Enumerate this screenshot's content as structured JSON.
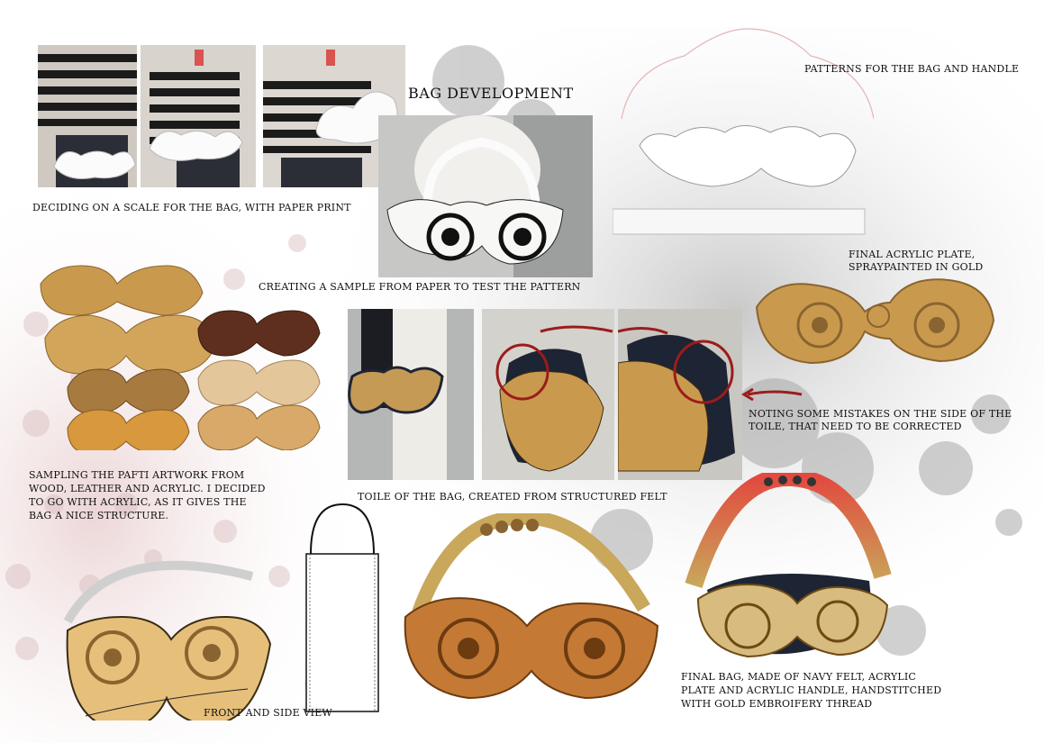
{
  "board": {
    "title": "BAG DEVELOPMENT",
    "captions": {
      "patterns": "PATTERNS FOR THE BAG AND HANDLE",
      "scale": "DECIDING ON A SCALE FOR THE BAG, WITH PAPER PRINT",
      "sample": "CREATING A SAMPLE FROM PAPER TO TEST THE PATTERN",
      "final_plate_1": "FINAL ACRYLIC PLATE,",
      "final_plate_2": "SPRAYPAINTED IN GOLD",
      "sampling_1": "SAMPLING THE PAFTI ARTWORK FROM",
      "sampling_2": "WOOD, LEATHER AND ACRYLIC. I DECIDED",
      "sampling_3": "TO GO WITH ACRYLIC, AS IT GIVES THE",
      "sampling_4": "BAG A NICE STRUCTURE.",
      "toile": "TOILE OF THE BAG, CREATED FROM STRUCTURED FELT",
      "mistakes_1": "NOTING SOME MISTAKES ON THE SIDE OF THE",
      "mistakes_2": "TOILE, THAT NEED TO BE CORRECTED",
      "front_side": "FRONT AND SIDE VIEW",
      "final_bag_1": "FINAL BAG, MADE OF NAVY FELT, ACRYLIC",
      "final_bag_2": "PLATE AND ACRYLIC HANDLE, HANDSTITCHED",
      "final_bag_3": "WITH GOLD EMBROIFERY THREAD"
    }
  },
  "colors": {
    "gold": "#c99a4e",
    "dark_gold": "#8a6430",
    "navy": "#1d2433",
    "annotation_red": "#9b1c1c",
    "pink_texture": "#ead2d3"
  }
}
